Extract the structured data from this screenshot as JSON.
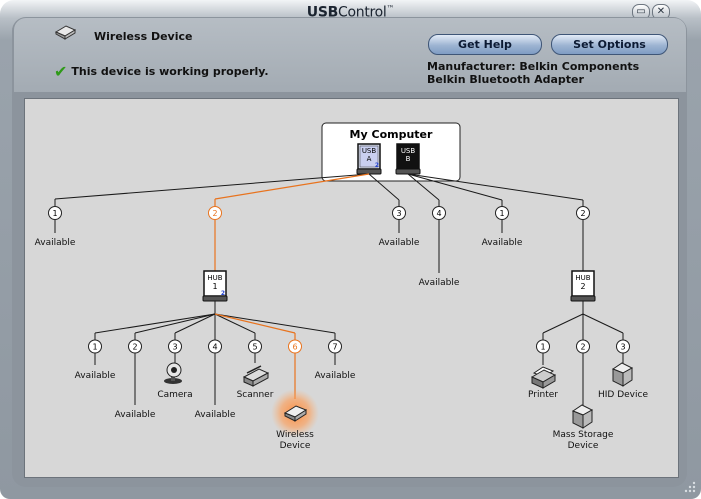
{
  "window": {
    "title_bold": "USB",
    "title_rest": "Control",
    "title_tm": "™",
    "minimize_glyph": "▭",
    "close_glyph": "✕"
  },
  "header": {
    "device_name": "Wireless Device",
    "status": "This device is working properly.",
    "get_help_label": "Get Help",
    "set_options_label": "Set Options",
    "manufacturer_line": "Manufacturer: Belkin Components",
    "product_line": "Belkin Bluetooth Adapter"
  },
  "tree": {
    "root_label": "My Computer",
    "usb_a": {
      "top": "USB",
      "letter": "A",
      "badge": "2"
    },
    "usb_b": {
      "top": "USB",
      "letter": "B"
    },
    "root_ports": [
      {
        "num": "1",
        "label": "Available"
      },
      {
        "num": "2",
        "label": ""
      },
      {
        "num": "3",
        "label": "Available"
      },
      {
        "num": "4",
        "label": "Available"
      },
      {
        "num": "1",
        "label": "Available"
      },
      {
        "num": "2",
        "label": ""
      }
    ],
    "hub1": {
      "top": "HUB",
      "num": "1",
      "badge": "2"
    },
    "hub2": {
      "top": "HUB",
      "num": "2"
    },
    "hub1_ports": [
      {
        "num": "1",
        "label": "Available"
      },
      {
        "num": "2",
        "label": "Available"
      },
      {
        "num": "3",
        "label": "Camera"
      },
      {
        "num": "4",
        "label": "Available"
      },
      {
        "num": "5",
        "label": "Scanner"
      },
      {
        "num": "6",
        "label1": "Wireless",
        "label2": "Device"
      },
      {
        "num": "7",
        "label": "Available"
      }
    ],
    "hub2_ports": [
      {
        "num": "1",
        "label": "Printer"
      },
      {
        "num": "2",
        "label1": "Mass Storage",
        "label2": "Device"
      },
      {
        "num": "3",
        "label": "HID Device"
      }
    ]
  },
  "colors": {
    "active_path": "#e8731e",
    "tree_line": "#1a1a1a",
    "badge_blue": "#2040d0"
  }
}
